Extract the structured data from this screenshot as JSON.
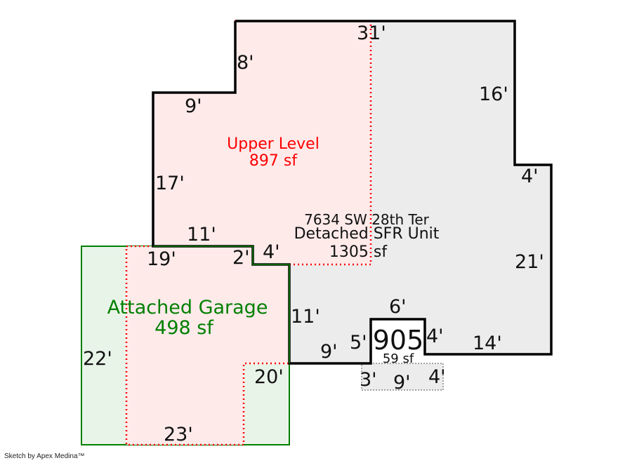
{
  "colors": {
    "outline": "#000000",
    "upper": "#ff0000",
    "garage": "#008000",
    "main_fill": "#ececec",
    "upper_fill": "#ffeaea",
    "garage_fill": "#e9f4e9"
  },
  "main": {
    "address": "7634 SW 28th Ter",
    "name": "Detached SFR Unit",
    "area": "1305 sf"
  },
  "upper": {
    "name": "Upper Level",
    "area": "897 sf"
  },
  "garage": {
    "name": "Attached Garage",
    "area": "498 sf"
  },
  "bump": {
    "code": "905",
    "area": "59 sf"
  },
  "dims": {
    "top": "31'",
    "right_upper": "16'",
    "step_right": "4'",
    "right_lower": "21'",
    "bottom_right": "14'",
    "bump_right": "4'",
    "bump_top": "6'",
    "bump_left": "5'",
    "bottom_mid": "9'",
    "garage_right": "11'",
    "step_top": "4'",
    "step_left": "2'",
    "garage_top": "19'",
    "upper_bottom": "11'",
    "upper_left": "17'",
    "upper_step_top": "9'",
    "upper_step_side": "8'",
    "garage_left": "22'",
    "garage_bottom": "23'",
    "garage_inner": "20'",
    "patio_left": "3'",
    "patio_mid": "9'",
    "patio_right": "4'"
  },
  "footer": "Sketch by Apex Medina™"
}
